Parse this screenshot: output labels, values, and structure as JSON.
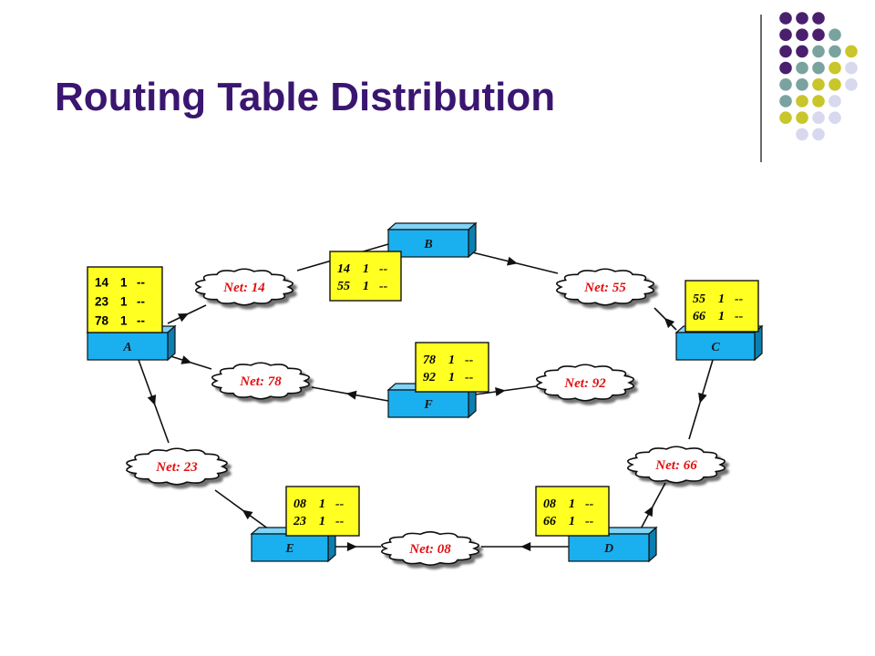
{
  "slide": {
    "title": "Routing Table Distribution",
    "accent_colors": [
      "#4a1f6e",
      "#7aa3a0",
      "#c8c62a",
      "#d8d8ee"
    ]
  },
  "diagram": {
    "routers": [
      {
        "id": "A",
        "label": "A",
        "table": [
          [
            "14",
            "1",
            "--"
          ],
          [
            "23",
            "1",
            "--"
          ],
          [
            "78",
            "1",
            "--"
          ]
        ]
      },
      {
        "id": "B",
        "label": "B",
        "table": [
          [
            "14",
            "1",
            "--"
          ],
          [
            "55",
            "1",
            "--"
          ]
        ]
      },
      {
        "id": "C",
        "label": "C",
        "table": [
          [
            "55",
            "1",
            "--"
          ],
          [
            "66",
            "1",
            "--"
          ]
        ]
      },
      {
        "id": "D",
        "label": "D",
        "table": [
          [
            "08",
            "1",
            "--"
          ],
          [
            "66",
            "1",
            "--"
          ]
        ]
      },
      {
        "id": "E",
        "label": "E",
        "table": [
          [
            "08",
            "1",
            "--"
          ],
          [
            "23",
            "1",
            "--"
          ]
        ]
      },
      {
        "id": "F",
        "label": "F",
        "table": [
          [
            "78",
            "1",
            "--"
          ],
          [
            "92",
            "1",
            "--"
          ]
        ]
      }
    ],
    "networks": [
      {
        "id": "n14",
        "label": "Net: 14"
      },
      {
        "id": "n55",
        "label": "Net: 55"
      },
      {
        "id": "n78",
        "label": "Net: 78"
      },
      {
        "id": "n92",
        "label": "Net: 92"
      },
      {
        "id": "n23",
        "label": "Net: 23"
      },
      {
        "id": "n66",
        "label": "Net: 66"
      },
      {
        "id": "n08",
        "label": "Net: 08"
      }
    ],
    "links": [
      {
        "from": "A",
        "to": "n14"
      },
      {
        "from": "A",
        "to": "n78"
      },
      {
        "from": "A",
        "to": "n23"
      },
      {
        "from": "B",
        "to": "n14"
      },
      {
        "from": "B",
        "to": "n55"
      },
      {
        "from": "C",
        "to": "n55"
      },
      {
        "from": "C",
        "to": "n66"
      },
      {
        "from": "F",
        "to": "n78"
      },
      {
        "from": "F",
        "to": "n92"
      },
      {
        "from": "D",
        "to": "n66"
      },
      {
        "from": "D",
        "to": "n08"
      },
      {
        "from": "E",
        "to": "n08"
      },
      {
        "from": "E",
        "to": "n23"
      }
    ],
    "colors": {
      "router": "#1ab0f0",
      "table": "#ffff22",
      "cloud_text": "#e01010",
      "line": "#111111"
    }
  }
}
